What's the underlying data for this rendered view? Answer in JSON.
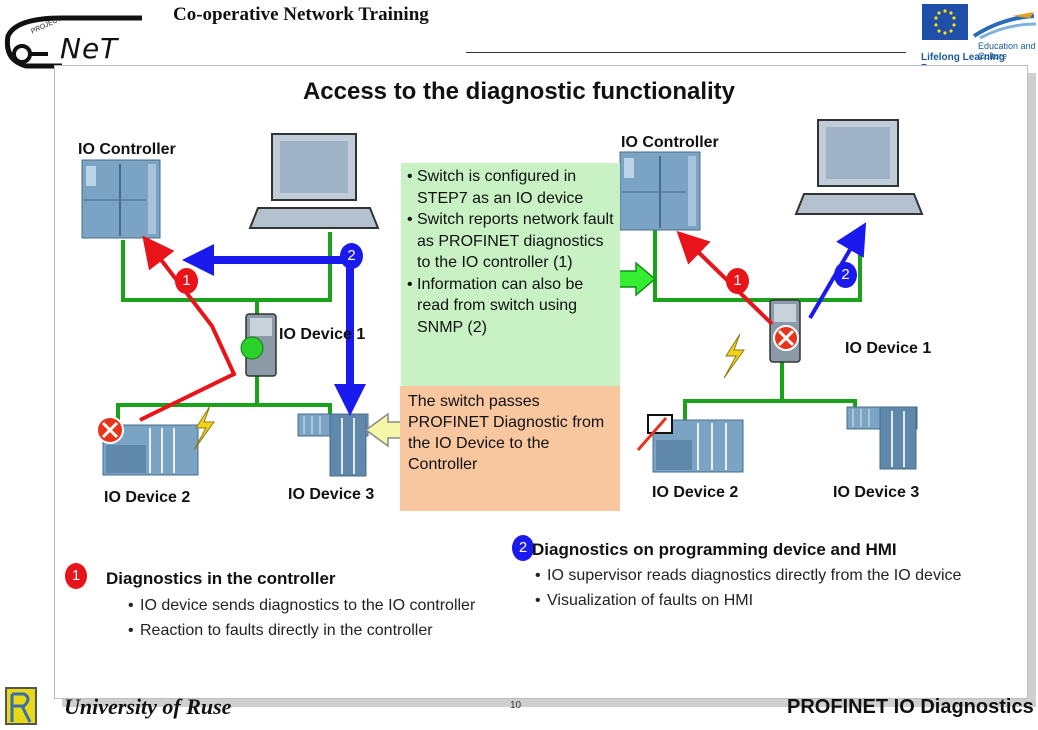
{
  "header": {
    "title": "Co-operative Network Training",
    "logo_text": "NeT",
    "logo_small": "PROJECT",
    "eu_line1": "Education and Culture",
    "eu_line2": "Lifelong Learning Programme"
  },
  "slide": {
    "title": "Access to the diagnostic functionality"
  },
  "left_diagram": {
    "io_controller": "IO Controller",
    "io_device_1": "IO Device 1",
    "io_device_2": "IO Device 2",
    "io_device_3": "IO Device 3",
    "marker_1": "1",
    "marker_2": "2"
  },
  "right_diagram": {
    "io_controller": "IO Controller",
    "io_device_1": "IO Device 1",
    "io_device_2": "IO Device 2",
    "io_device_3": "IO Device 3",
    "marker_1": "1",
    "marker_2": "2"
  },
  "info_box": {
    "bullets": [
      "Switch is configured in STEP7 as an IO device",
      "Switch reports network fault as PROFINET diagnostics to the IO controller (1)",
      "Information can also be read from switch using SNMP (2)"
    ]
  },
  "note_box": {
    "text": "The switch passes PROFINET Diagnostic from the IO Device to the Controller"
  },
  "legend": {
    "item1": {
      "number": "1",
      "title": "Diagnostics in the controller",
      "bullets": [
        "IO device sends diagnostics to the IO controller",
        "Reaction to faults directly in the controller"
      ]
    },
    "item2": {
      "number": "2",
      "title": "Diagnostics on programming device and HMI",
      "bullets": [
        "IO supervisor reads diagnostics directly from the IO device",
        "Visualization of faults on HMI"
      ]
    }
  },
  "footer": {
    "university": "University of Ruse",
    "page_number": "10",
    "topic": "PROFINET IO Diagnostics"
  },
  "colors": {
    "network_line": "#1aa31a",
    "marker_red": "#e8141a",
    "marker_blue": "#1a1aee",
    "info_bg": "#c8f2c4",
    "note_bg": "#f8c79f"
  }
}
